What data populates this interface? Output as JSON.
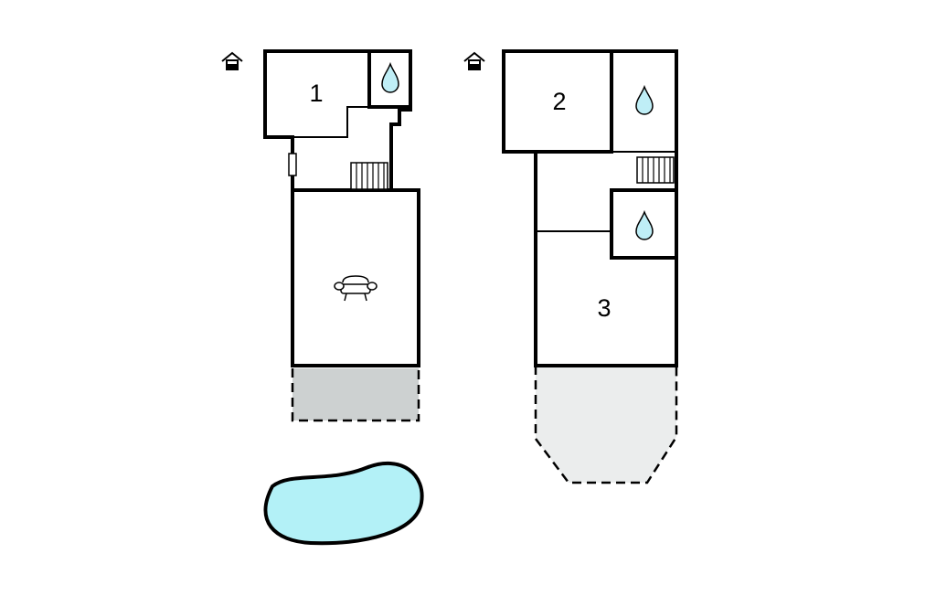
{
  "floors": [
    {
      "name": "ground-floor",
      "level_icon": "house-ground-level-icon",
      "rooms": [
        {
          "number": "1"
        }
      ]
    },
    {
      "name": "upper-floor",
      "level_icon": "house-upper-level-icon",
      "rooms": [
        {
          "number": "2"
        },
        {
          "number": "3"
        }
      ]
    }
  ],
  "colors": {
    "walls": "#000000",
    "water_drop": "#bfeef6",
    "terrace_ground": "#cdd1d1",
    "balcony_upper": "#ebeded",
    "pool": "#b3f1f7"
  },
  "icons": [
    "water-drop-icon",
    "sofa-icon",
    "stairs-icon",
    "door-icon",
    "house-level-icon"
  ]
}
